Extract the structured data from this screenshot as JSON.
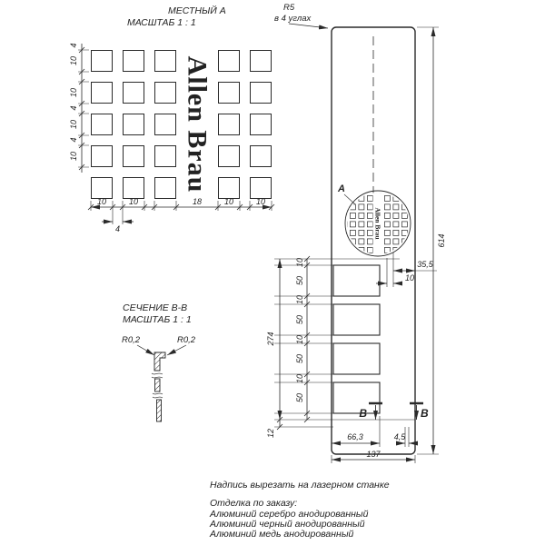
{
  "colors": {
    "brand": "#8d99ae",
    "line": "#2a2a2a"
  },
  "local_view": {
    "title": "МЕСТНЫЙ А",
    "scale": "МАСШТАБ 1 : 1",
    "watermark": "Allen Brau",
    "left_dims": [
      "4",
      "10",
      "10",
      "4",
      "10",
      "4",
      "10"
    ],
    "bottom_dims": [
      "10",
      "10",
      "18",
      "10",
      "10"
    ],
    "bottom_sub_dim": "4"
  },
  "corner_note": {
    "radius": "R5",
    "note": "в 4 углах"
  },
  "plate": {
    "detail_label": "А",
    "watermark": "Allen Brau",
    "height": "614",
    "width": "137",
    "dim_right_1": "35,5",
    "dim_right_2": "10",
    "left_chain": [
      "10",
      "50",
      "10",
      "50",
      "10",
      "50",
      "10",
      "50"
    ],
    "overall": "274",
    "bottom_left": "12",
    "dim_bottom_1": "66,3",
    "dim_bottom_2": "4,5",
    "section_letter_left": "В",
    "section_letter_right": "В"
  },
  "section_view": {
    "title": "СЕЧЕНИЕ В-В",
    "scale": "МАСШТАБ 1 : 1",
    "radius_left": "R0,2",
    "radius_right": "R0,2"
  },
  "notes": {
    "laser": "Надпись вырезать на лазерном станке",
    "finish_title": "Отделка по заказу:",
    "finish_options": [
      "Алюминий серебро анодированный",
      "Алюминий черный анодированный",
      "Алюминий медь анодированный"
    ]
  }
}
